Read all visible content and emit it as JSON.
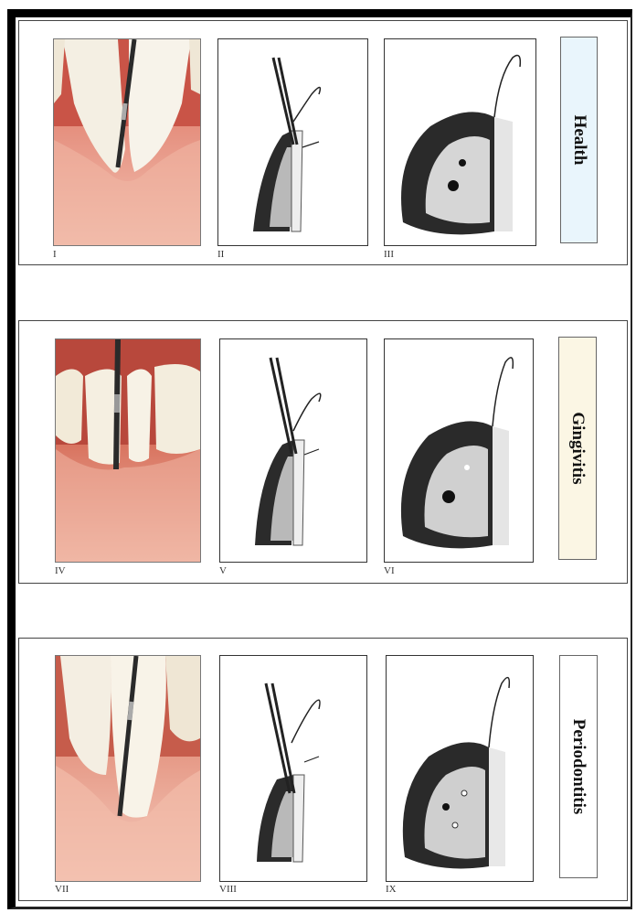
{
  "rows": [
    {
      "condition": "Health",
      "label_bg": "#e9f5fc",
      "numerals": [
        "I",
        "II",
        "III"
      ]
    },
    {
      "condition": "Gingivitis",
      "label_bg": "#fbf6e4",
      "numerals": [
        "IV",
        "V",
        "VI"
      ]
    },
    {
      "condition": "Periodontitis",
      "label_bg": "#ffffff",
      "numerals": [
        "VII",
        "VIII",
        "IX"
      ]
    }
  ]
}
